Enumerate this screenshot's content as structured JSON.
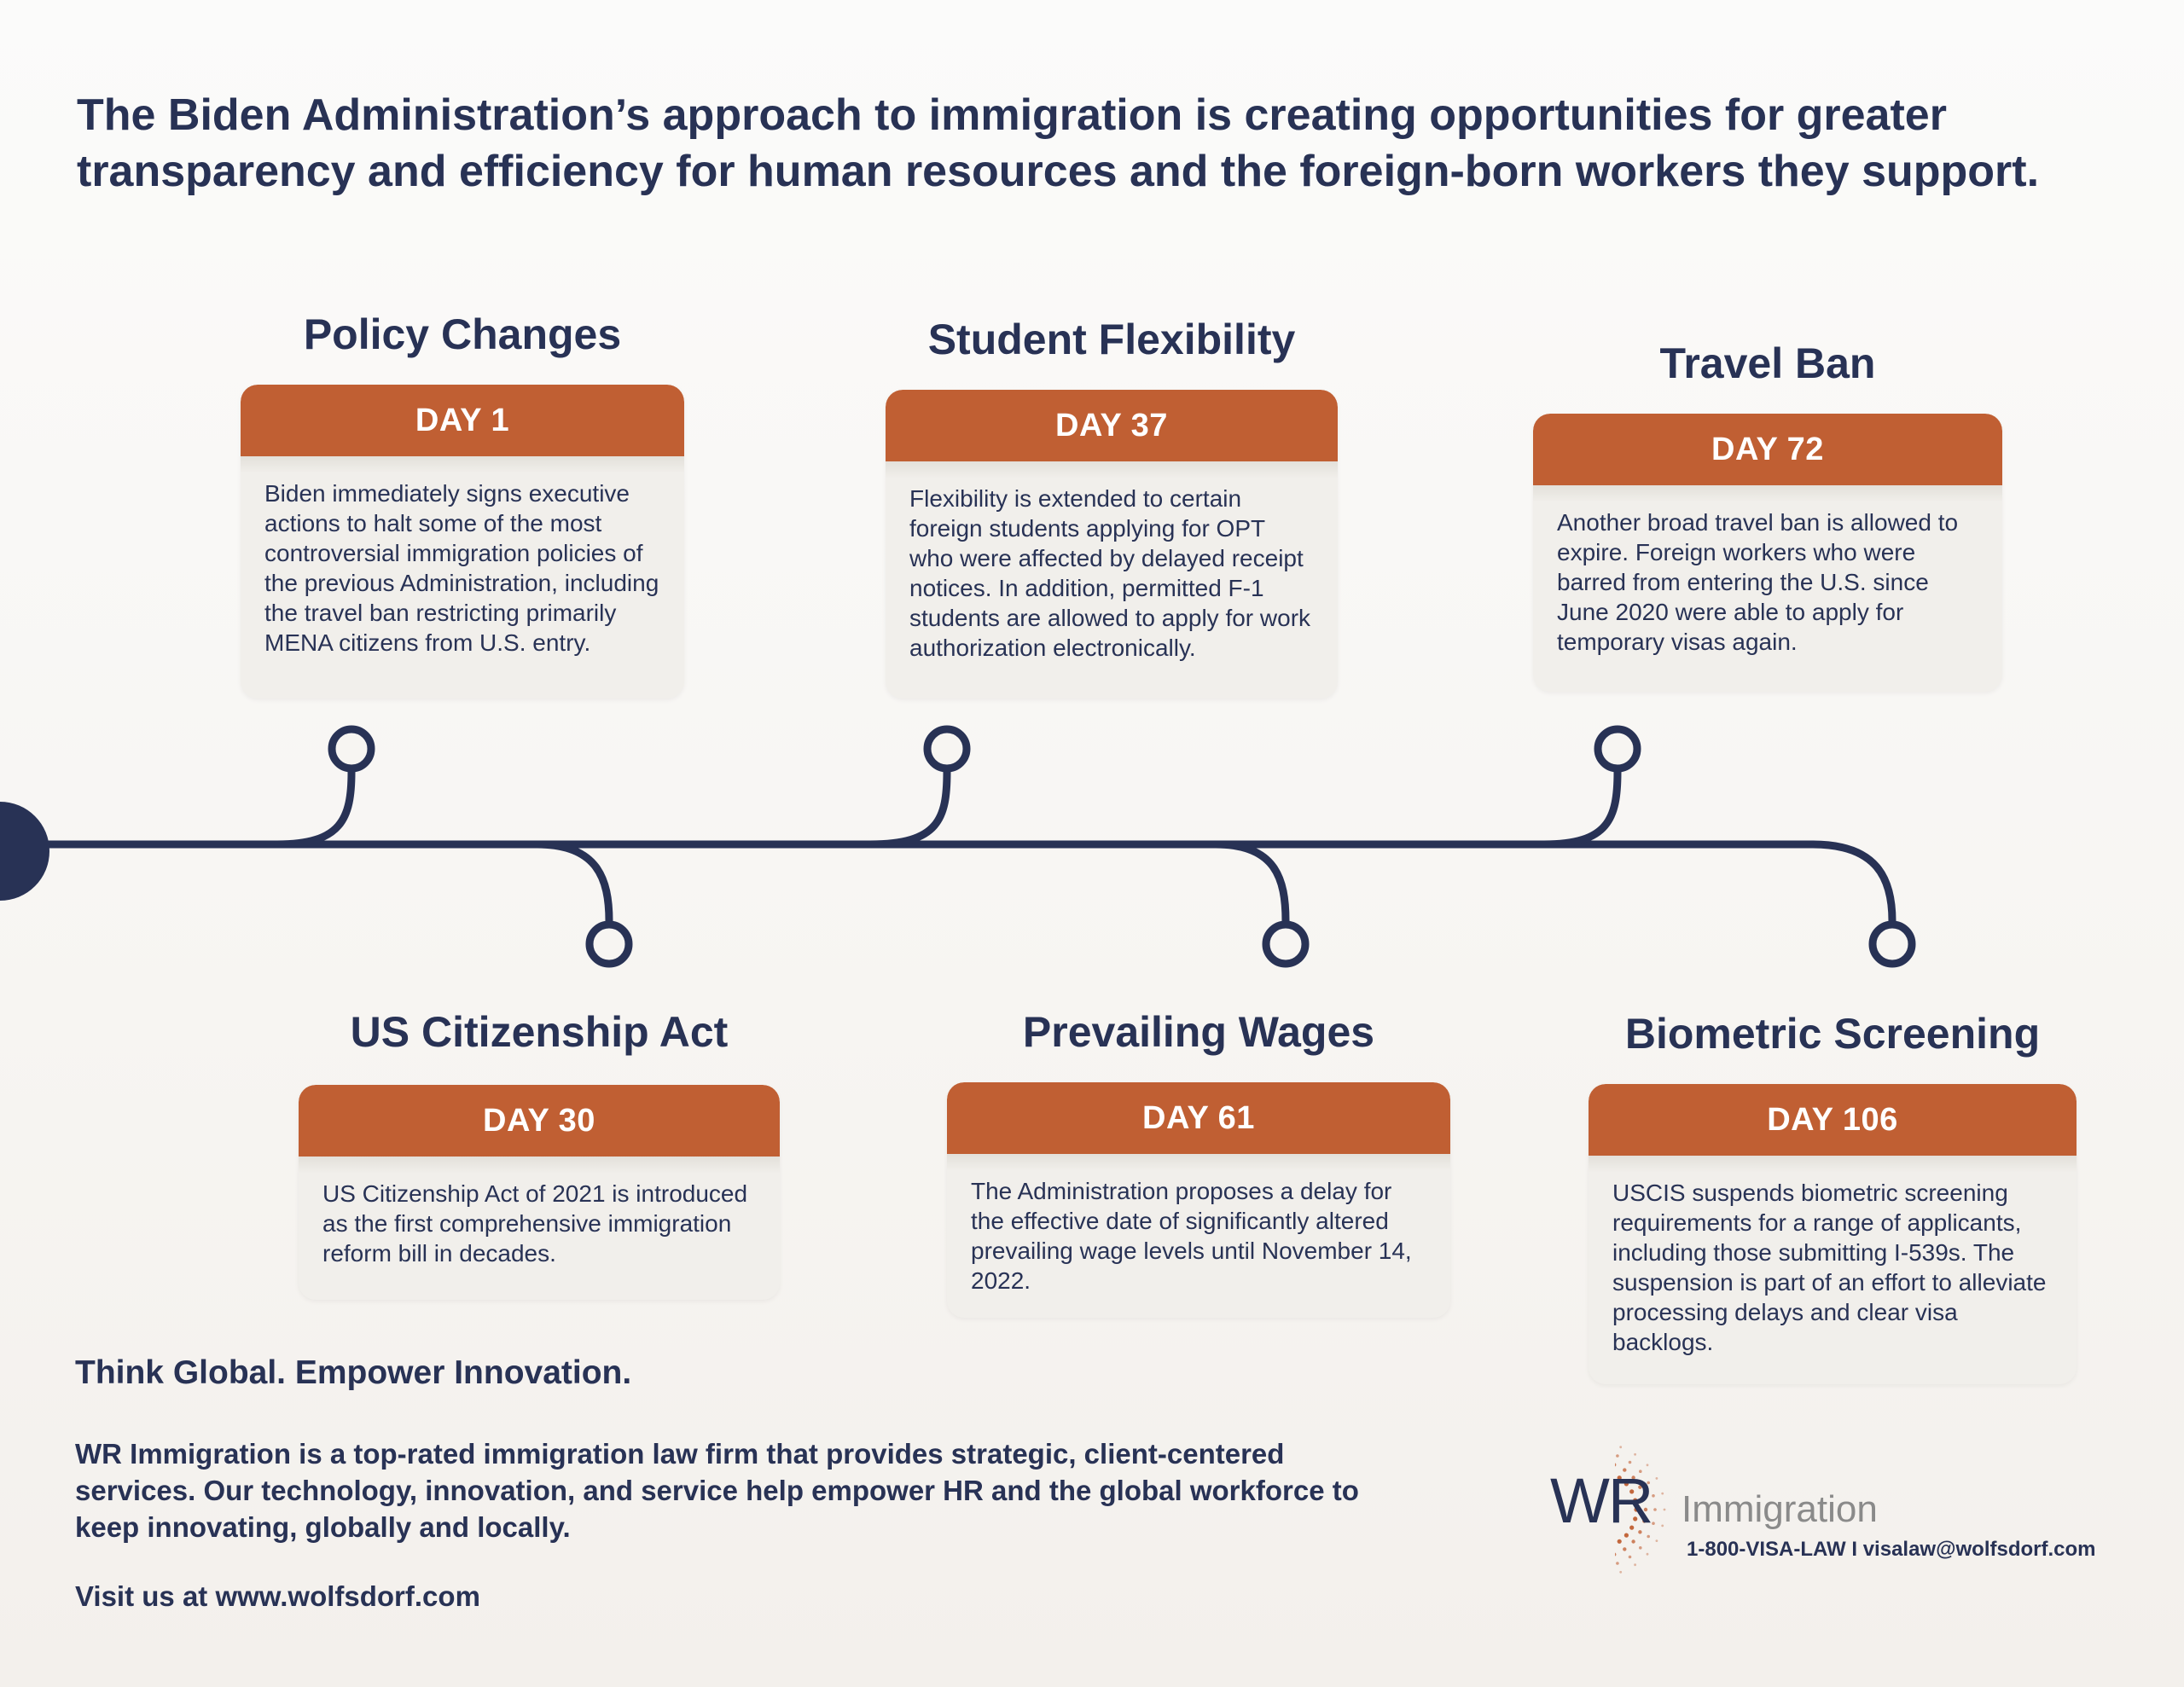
{
  "headline": "The Biden Administration’s approach to immigration is creating opportunities for greater transparency and efficiency for human resources and the foreign-born workers they support.",
  "events": [
    {
      "title": "Policy Changes",
      "day": "DAY 1",
      "text": "Biden immediately signs executive actions to halt some of the most controversial immigration policies of the previous Administration, including the travel ban restricting primarily MENA citizens from U.S. entry."
    },
    {
      "title": "US Citizenship Act",
      "day": "DAY 30",
      "text": "US Citizenship Act of 2021 is introduced as the first comprehensive immigration reform bill in decades."
    },
    {
      "title": "Student Flexibility",
      "day": "DAY 37",
      "text": "Flexibility is extended to certain foreign students applying for OPT who were affected by delayed receipt notices. In addition, permitted F-1 students are allowed to apply for work authorization electronically."
    },
    {
      "title": "Prevailing Wages",
      "day": "DAY 61",
      "text": "The Administration proposes a delay for the effective date of significantly altered prevailing wage levels until November 14, 2022."
    },
    {
      "title": "Travel Ban",
      "day": "DAY 72",
      "text": "Another broad travel ban is allowed to expire. Foreign workers who were barred from entering the U.S. since June 2020 were able to apply for temporary visas again."
    },
    {
      "title": "Biometric Screening",
      "day": "DAY 106",
      "text": "USCIS suspends biometric screening requirements for a range of applicants, including those submitting I-539s. The suspension is part of an effort to alleviate processing delays and clear visa backlogs."
    }
  ],
  "footer": {
    "tagline": "Think Global. Empower Innovation.",
    "about": "WR Immigration is a top-rated immigration law firm that provides strategic, client-centered services. Our technology, innovation, and service help empower HR and the global workforce to keep innovating, globally and locally.",
    "visit": "Visit us at www.wolfsdorf.com"
  },
  "logo": {
    "mark": "WR",
    "name": "Immigration",
    "contact": "1-800-VISA-LAW  I  visalaw@wolfsdorf.com"
  },
  "colors": {
    "navy": "#283255",
    "accent": "#c05f33",
    "card": "#f1efeb"
  }
}
